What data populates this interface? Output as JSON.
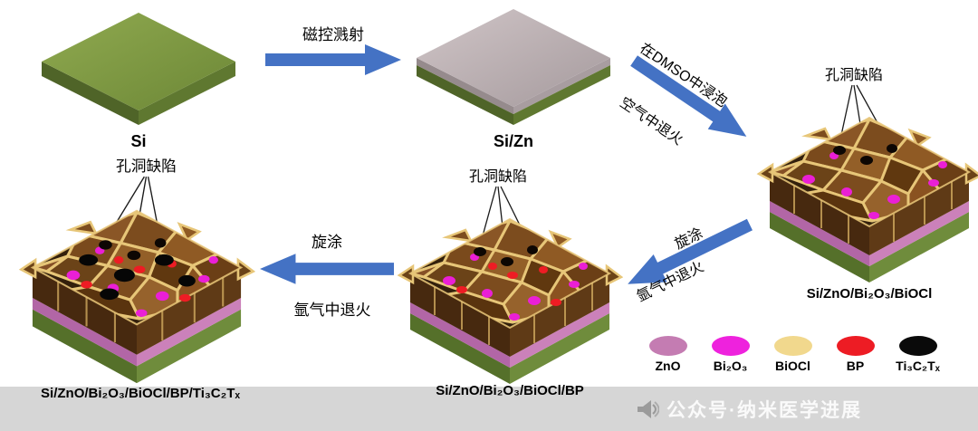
{
  "colors": {
    "arrow": "#4472c4",
    "watermark_bar": "#d6d6d6",
    "zno": "#c47cb2",
    "bi2o3": "#ee22dd",
    "biocl": "#f1d88d",
    "bp": "#ed1c24",
    "ti3c2tx": "#0a0a0a"
  },
  "process": {
    "step1": {
      "caption": "Si"
    },
    "step2": {
      "caption": "Si/Zn"
    },
    "step3": {
      "caption": "Si/ZnO/Bi₂O₃/BiOCl",
      "annotation": "孔洞缺陷"
    },
    "step4": {
      "caption": "Si/ZnO/Bi₂O₃/BiOCl/BP",
      "annotation": "孔洞缺陷"
    },
    "step5": {
      "caption": "Si/ZnO/Bi₂O₃/BiOCl/BP/Ti₃C₂Tₓ",
      "annotation": "孔洞缺陷"
    }
  },
  "arrows": {
    "sputtering": {
      "label": "磁控溅射"
    },
    "dmso": {
      "label_top": "在DMSO中浸泡",
      "label_bottom": "空气中退火"
    },
    "spin1": {
      "label_top": "旋涂",
      "label_bottom": "氩气中退火"
    },
    "spin2": {
      "label_top": "旋涂",
      "label_bottom": "氩气中退火"
    }
  },
  "legend": {
    "items": [
      {
        "label": "ZnO",
        "color": "#c47cb2"
      },
      {
        "label": "Bi₂O₃",
        "color": "#ee22dd"
      },
      {
        "label": "BiOCl",
        "color": "#f1d88d"
      },
      {
        "label": "BP",
        "color": "#ed1c24"
      },
      {
        "label": "Ti₃C₂Tₓ",
        "color": "#0a0a0a"
      }
    ]
  },
  "watermark": {
    "text": "公众号·纳米医学进展"
  }
}
